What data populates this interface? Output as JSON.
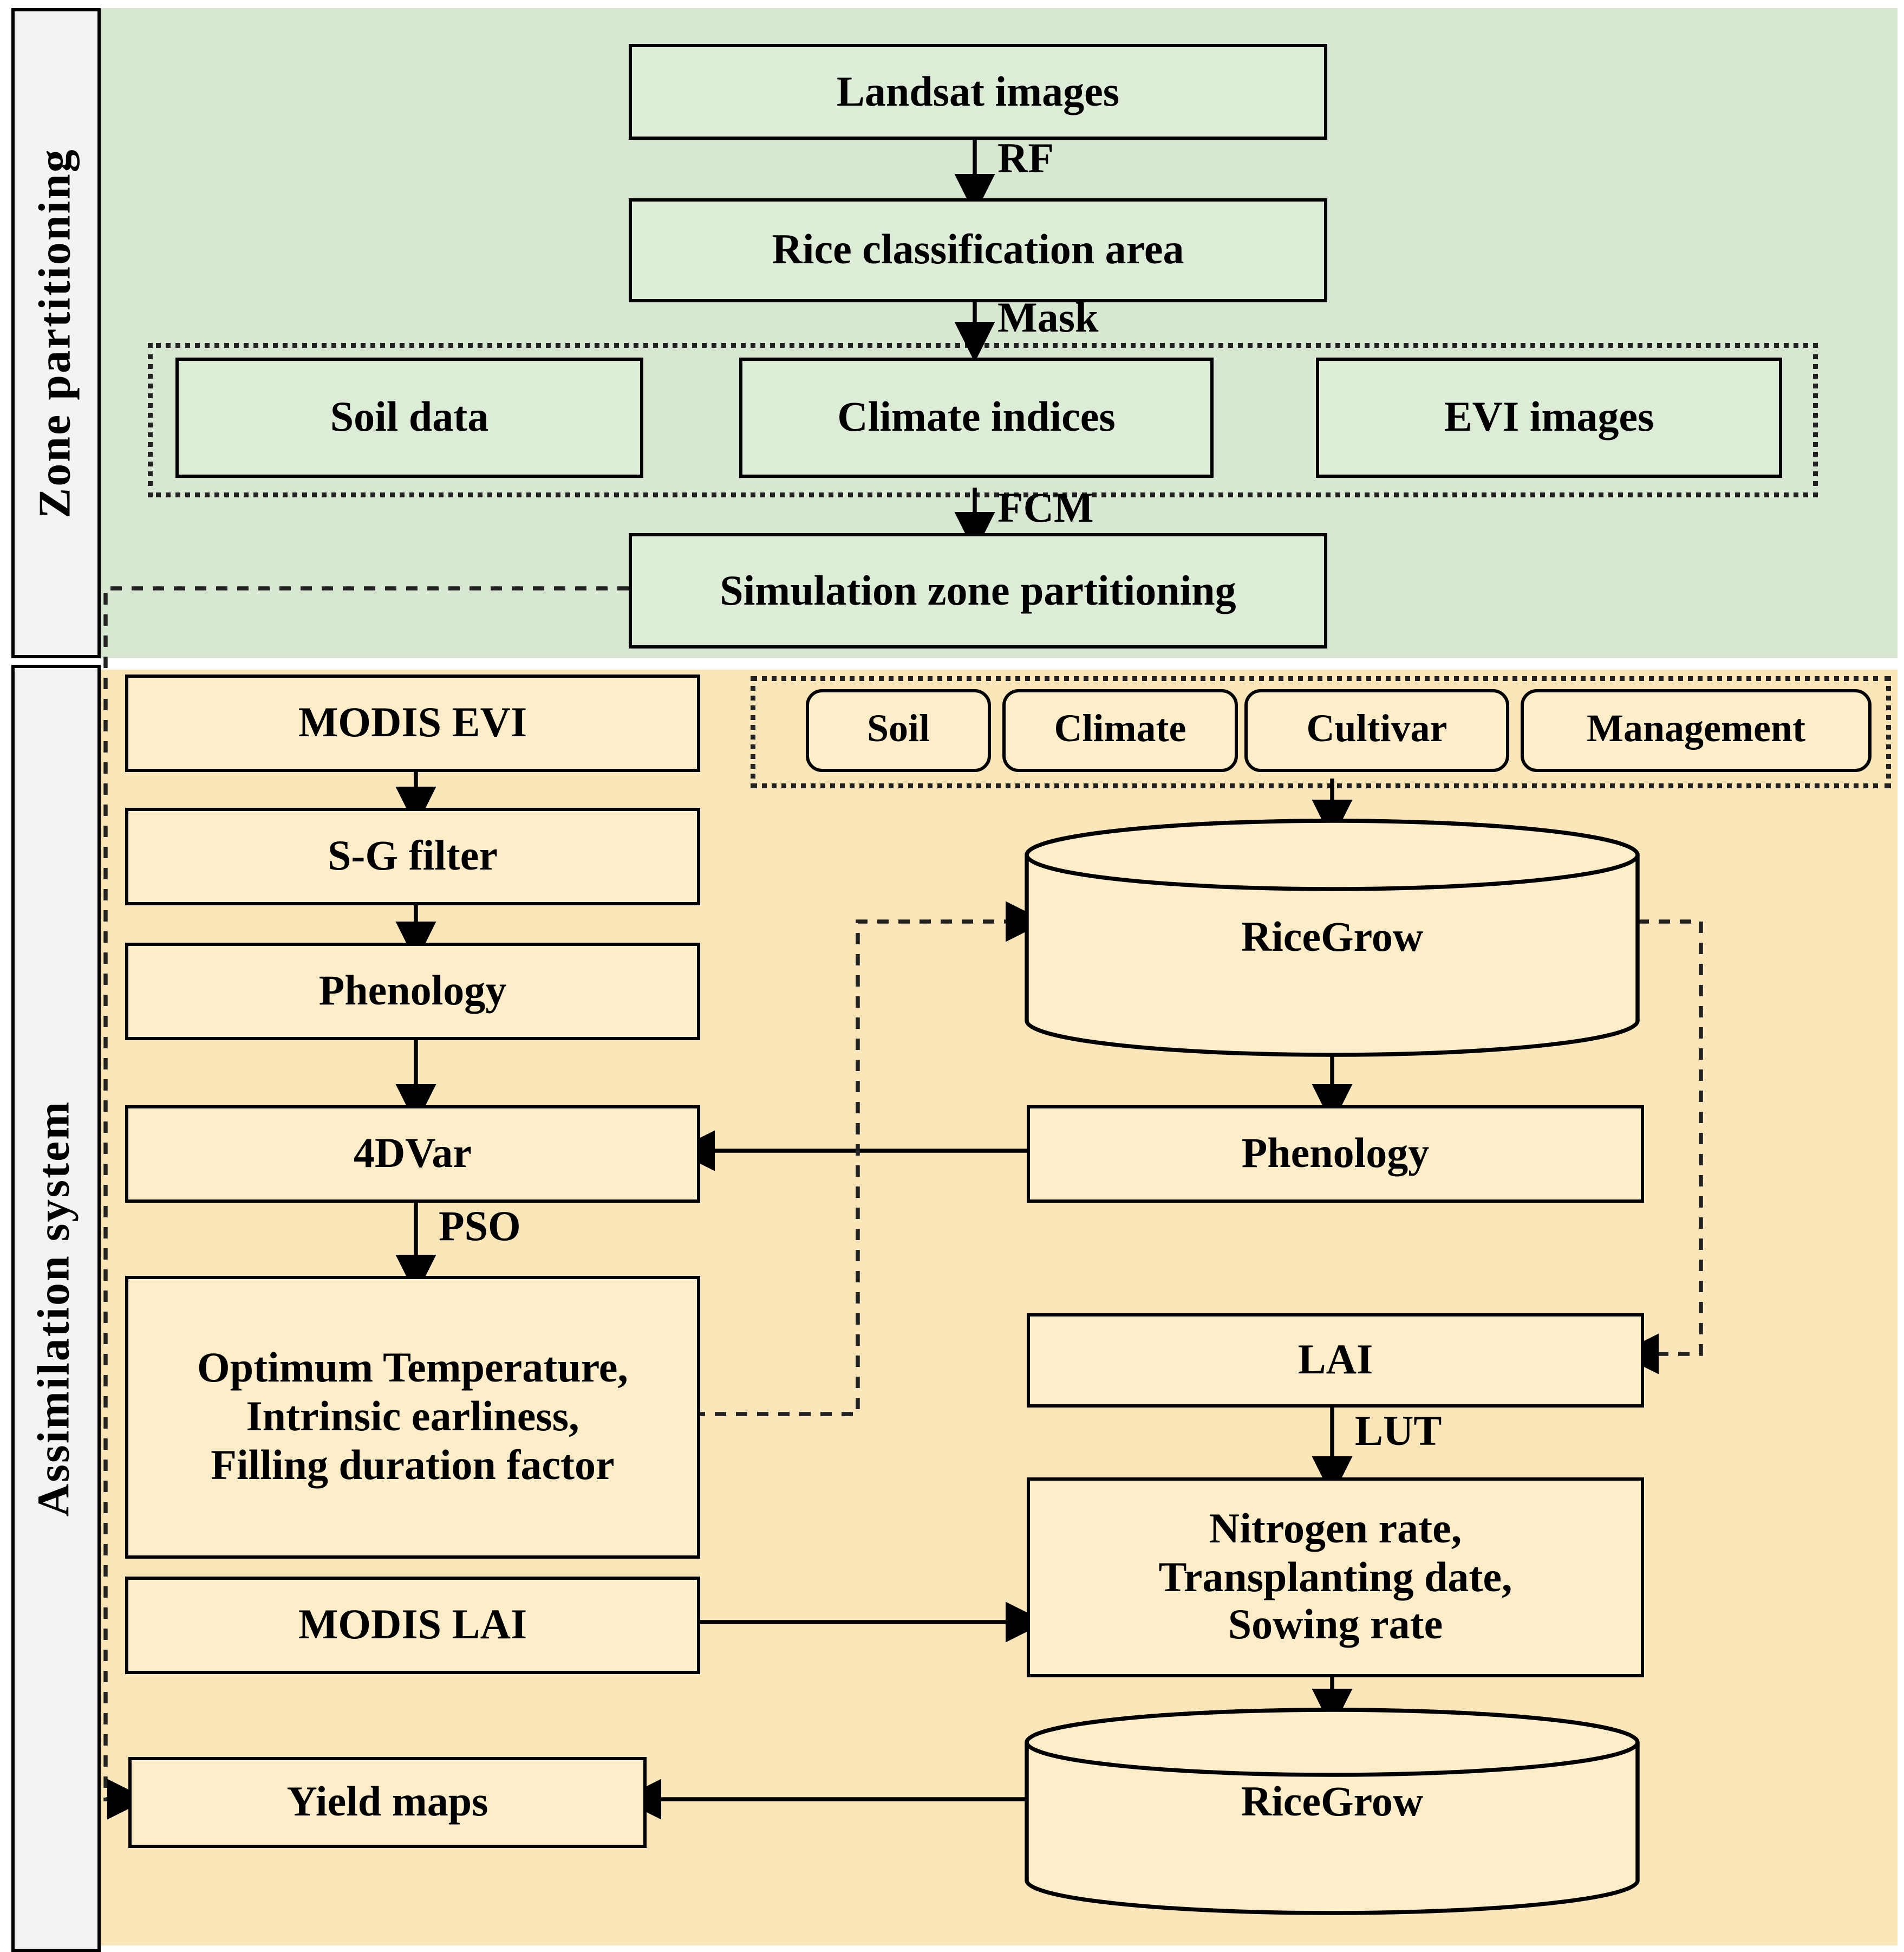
{
  "sidebar": {
    "zone_label": "Zone partitioning",
    "assimilation_label": "Assimilation system"
  },
  "zone_partitioning": {
    "landsat": "Landsat images",
    "rf_label": "RF",
    "rice_area": "Rice classification area",
    "mask_label": "Mask",
    "inputs": {
      "soil_data": "Soil data",
      "climate_indices": "Climate indices",
      "evi_images": "EVI images"
    },
    "fcm_label": "FCM",
    "simulation": "Simulation zone partitioning"
  },
  "assimilation": {
    "modis_evi": "MODIS EVI",
    "sg_filter": "S-G filter",
    "phenology_left": "Phenology",
    "four_dvar": "4DVar",
    "pso_label": "PSO",
    "optimum": {
      "line1": "Optimum Temperature,",
      "line2": "Intrinsic earliness,",
      "line3": "Filling duration factor"
    },
    "modis_lai": "MODIS LAI",
    "yield_maps": "Yield maps",
    "model_inputs": {
      "soil": "Soil",
      "climate": "Climate",
      "cultivar": "Cultivar",
      "management": "Management"
    },
    "ricegrow_top": "RiceGrow",
    "phenology_right": "Phenology",
    "lai": "LAI",
    "lut_label": "LUT",
    "retrieved": {
      "line1": "Nitrogen rate,",
      "line2": "Transplanting date,",
      "line3": "Sowing rate"
    },
    "ricegrow_bottom": "RiceGrow"
  },
  "colors": {
    "zone_bg": "#d7e7d1",
    "zone_box_fill": "#dcecd6",
    "assim_bg": "#fbe6b9",
    "assim_box_fill": "#fdedc9",
    "sidebar_bg": "#f3f3f3",
    "line_color": "#000000"
  }
}
